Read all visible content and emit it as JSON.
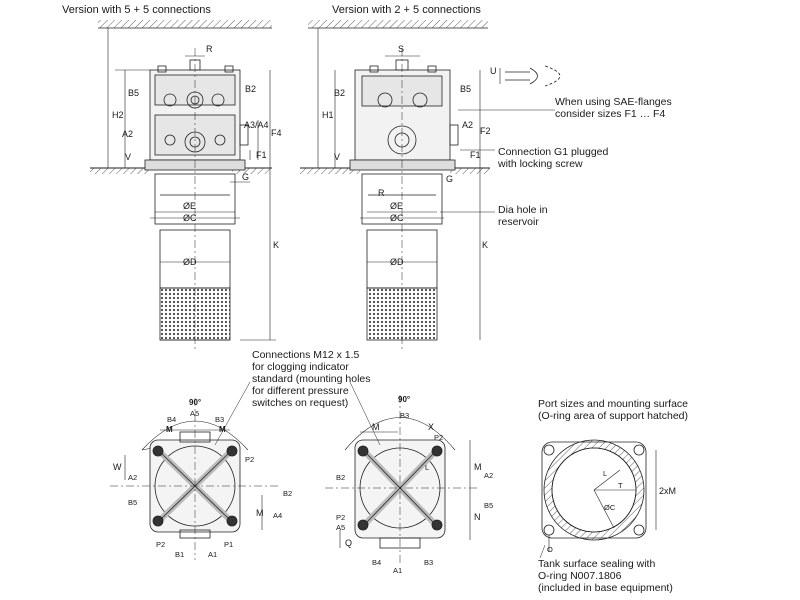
{
  "titles": {
    "left": "Version with 5 + 5 connections",
    "right": "Version with 2 + 5 connections"
  },
  "notes": {
    "sae_flanges": "When using SAE-flanges\nconsider sizes F",
    "connection_g1": "Connection G1 plugged\nwith locking screw",
    "dia_hole": "Dia hole in\nreservoir",
    "connections_m12": "Connections M12 x 1.5\nfor clogging indicator\nstandard (mounting holes\nfor different pressure\nswitches on request)",
    "port_sizes": "Port sizes and mounting surface\n(O-ring area of support hatched)",
    "tank_sealing": "Tank surface sealing with\nO-ring N007.1806\n(included in base equipment)"
  },
  "sae_sizes": "1 … F4",
  "dim_labels": {
    "R": "R",
    "S": "S",
    "U": "U",
    "B5": "B5",
    "B2": "B2",
    "H2": "H2",
    "H1": "H1",
    "A2": "A2",
    "A3A4": "A3/A4",
    "F4": "F4",
    "F1": "F1",
    "F2": "F2",
    "V": "V",
    "G": "G",
    "E": "ØE",
    "C": "ØC",
    "D": "ØD",
    "K": "K",
    "deg90": "90°",
    "M": "M",
    "A5": "A5",
    "B3": "B3",
    "P2": "P2",
    "W": "W",
    "A1": "A1",
    "B1": "B1",
    "P1": "P1",
    "A4": "A4",
    "B4": "B4",
    "X": "X",
    "N": "N",
    "Q": "Q",
    "L": "L",
    "T": "T",
    "O": "O",
    "twoxM": "2xM"
  }
}
